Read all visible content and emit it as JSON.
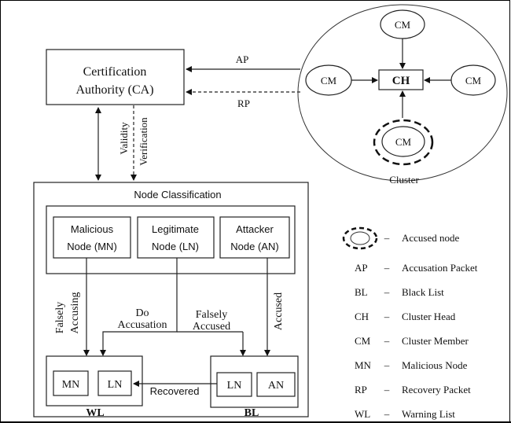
{
  "ca": {
    "line1": "Certification",
    "line2": "Authority (CA)"
  },
  "arrows": {
    "ap": "AP",
    "rp": "RP",
    "validity": "Validity",
    "verification": "Verification",
    "falsely_accusing_1": "Falsely",
    "falsely_accusing_2": "Accusing",
    "do_accusation_1": "Do",
    "do_accusation_2": "Accusation",
    "falsely_accused_1": "Falsely",
    "falsely_accused_2": "Accused",
    "accused": "Accused",
    "recovered": "Recovered"
  },
  "cluster": {
    "label": "Cluster",
    "head": "CH",
    "members": [
      "CM",
      "CM",
      "CM",
      "CM"
    ]
  },
  "classification": {
    "title": "Node Classification",
    "nodes": [
      {
        "line1": "Malicious",
        "line2": "Node (MN)"
      },
      {
        "line1": "Legitimate",
        "line2": "Node (LN)"
      },
      {
        "line1": "Attacker",
        "line2": "Node (AN)"
      }
    ]
  },
  "lists": {
    "wl": {
      "label": "WL",
      "items": [
        "MN",
        "LN"
      ]
    },
    "bl": {
      "label": "BL",
      "items": [
        "LN",
        "AN"
      ]
    }
  },
  "legend": {
    "accused_node": "Accused node",
    "items": [
      {
        "abbr": "AP",
        "desc": "Accusation Packet"
      },
      {
        "abbr": "BL",
        "desc": "Black List"
      },
      {
        "abbr": "CH",
        "desc": "Cluster Head"
      },
      {
        "abbr": "CM",
        "desc": "Cluster Member"
      },
      {
        "abbr": "MN",
        "desc": "Malicious Node"
      },
      {
        "abbr": "RP",
        "desc": "Recovery Packet"
      },
      {
        "abbr": "WL",
        "desc": "Warning List"
      }
    ],
    "dash": "–"
  }
}
